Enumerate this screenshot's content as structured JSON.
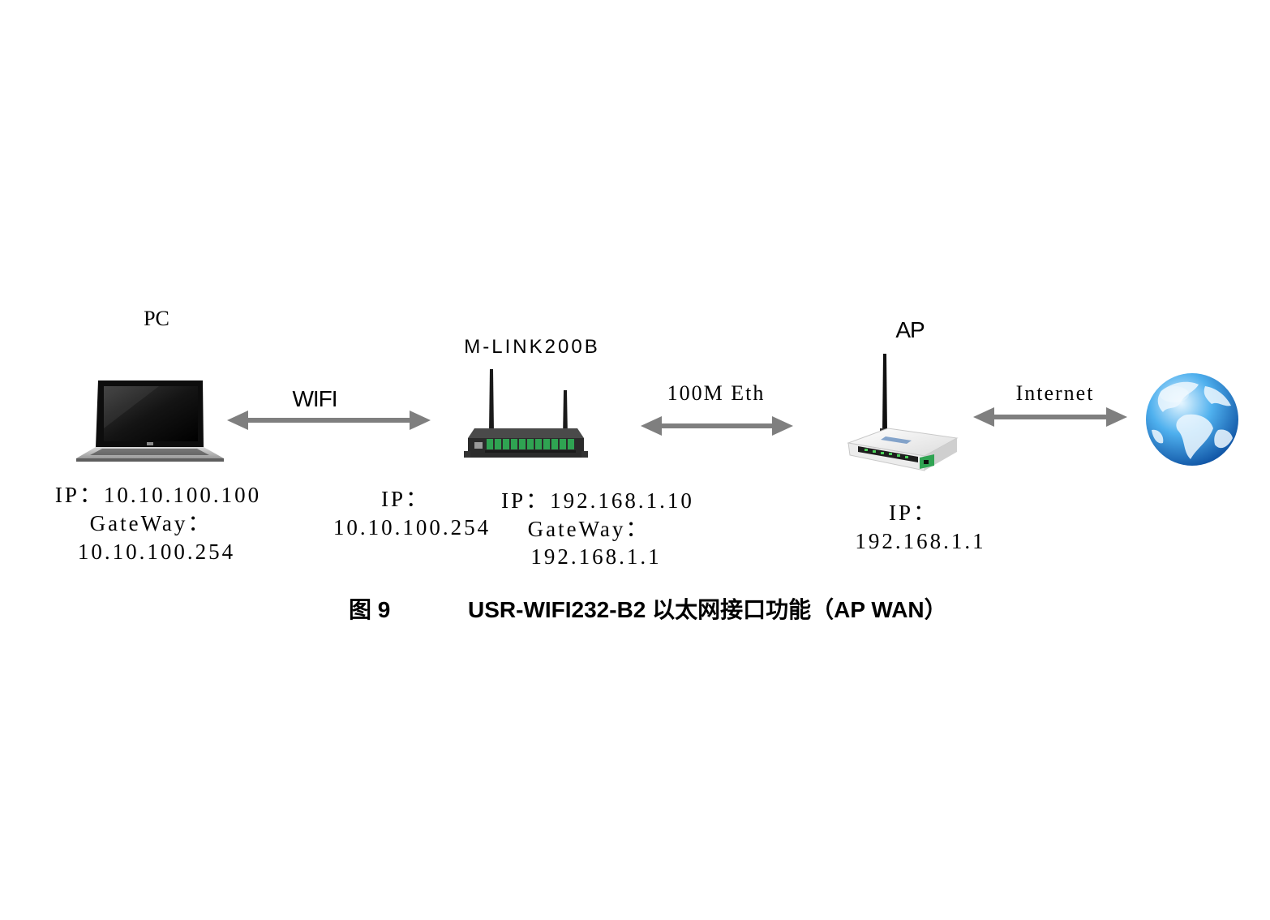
{
  "nodes": {
    "pc": {
      "label": "PC",
      "ip_line": "IP：10.10.100.100",
      "gateway_label": "GateWay：",
      "gateway": "10.10.100.254",
      "icon": "laptop-icon"
    },
    "mlink": {
      "label": "M-LINK200B",
      "wifi_ip_label": "IP：",
      "wifi_ip": "10.10.100.254",
      "eth_ip_line": "IP：192.168.1.10",
      "gateway_label": "GateWay：",
      "gateway": "192.168.1.1",
      "icon": "gateway-device-icon"
    },
    "ap": {
      "label": "AP",
      "ip_label": "IP：",
      "ip": "192.168.1.1",
      "icon": "router-icon"
    },
    "internet": {
      "icon": "globe-icon"
    }
  },
  "links": {
    "wifi": "WIFI",
    "eth": "100M Eth",
    "internet": "Internet"
  },
  "caption": {
    "figure": "图 9",
    "title": "USR-WIFI232-B2 以太网接口功能（AP WAN）"
  },
  "colors": {
    "arrow": "#7f7f7f",
    "background": "#ffffff",
    "text": "#000000",
    "terminal_green": "#2fa352",
    "globe_blue": "#1f78d1"
  }
}
